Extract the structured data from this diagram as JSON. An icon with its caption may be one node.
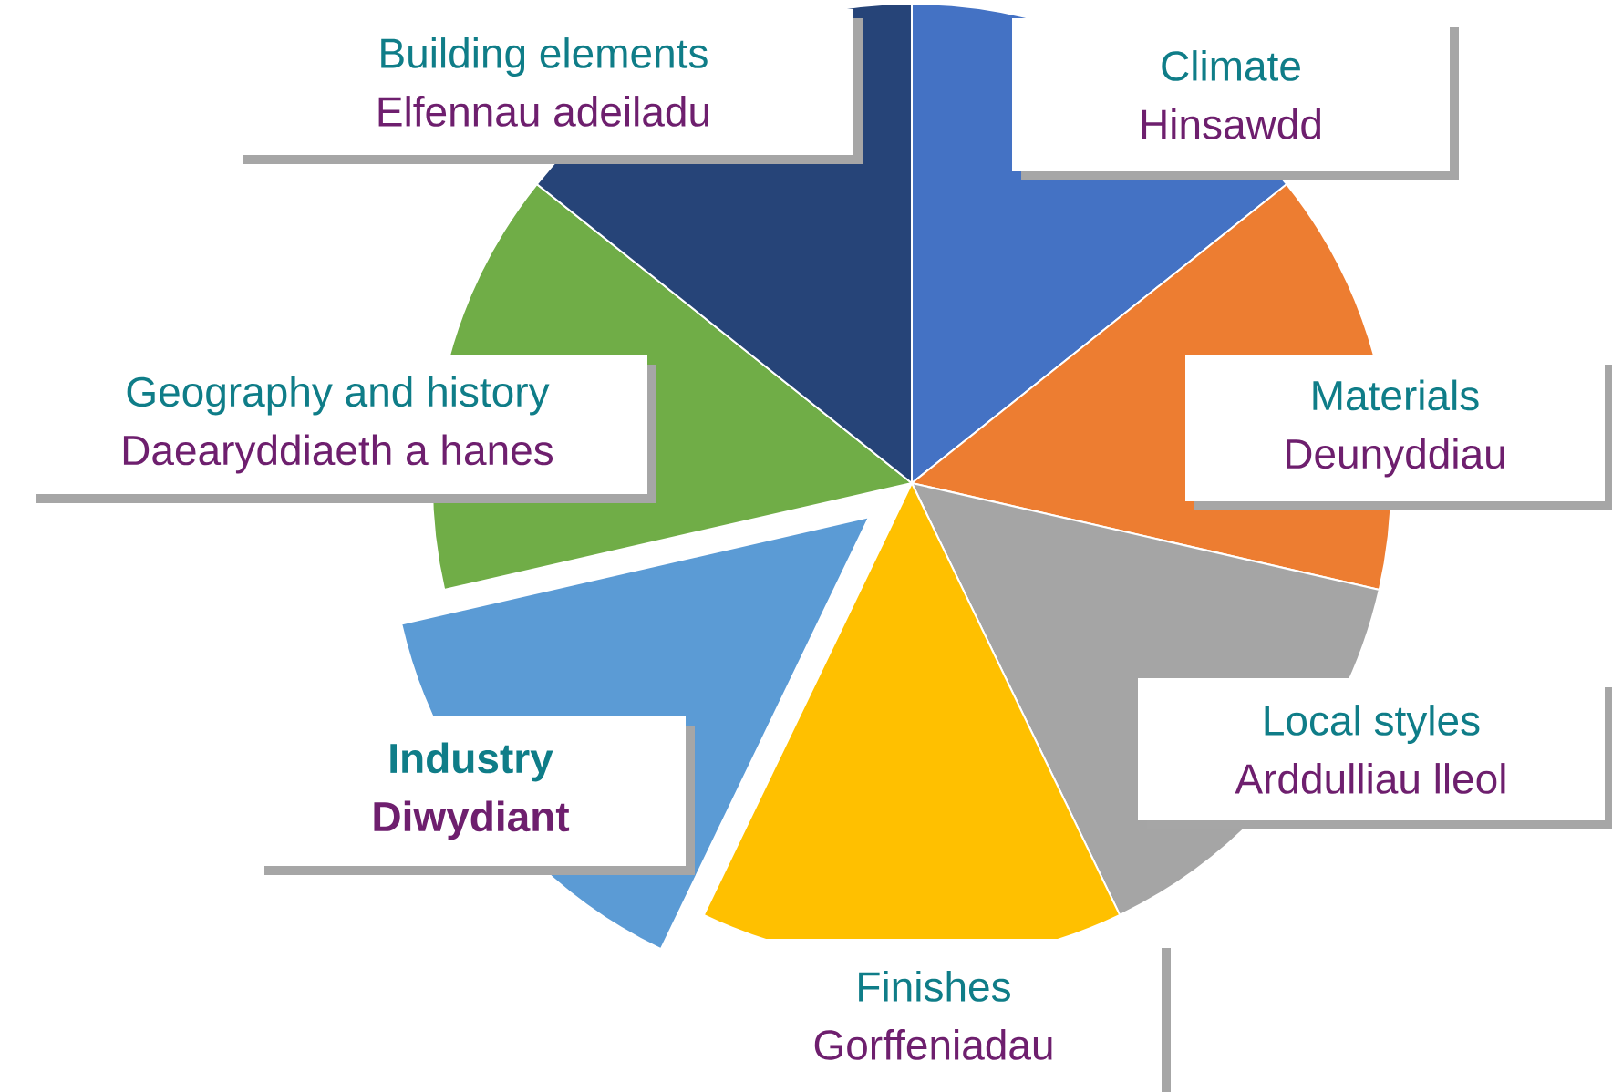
{
  "diagram": {
    "nodes": [
      {
        "text": [
          "Climate",
          "Hinsawdd"
        ]
      },
      {
        "text": [
          "Materials",
          "Deunyddiau"
        ]
      },
      {
        "text": [
          "Local styles",
          "Arddulliau lleol"
        ]
      },
      {
        "text": [
          "Finishes",
          "Gorffeniadau"
        ]
      },
      {
        "text": [
          "Industry",
          "Diwydiant"
        ]
      },
      {
        "text": [
          "Geography and history",
          "Daearyddiaeth a hanes"
        ]
      },
      {
        "text": [
          "Building elements",
          "Elfennau adeiladu"
        ]
      }
    ]
  }
}
